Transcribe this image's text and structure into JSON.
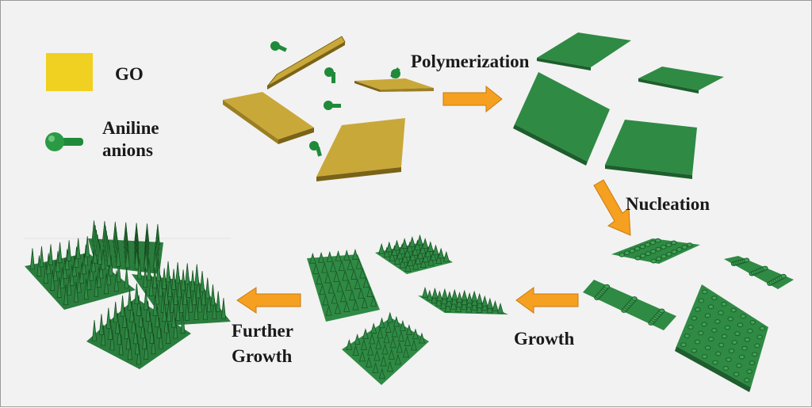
{
  "legend": {
    "go_label": "GO",
    "aniline_label_line1": "Aniline",
    "aniline_label_line2": "anions",
    "go_color": "#f0d020",
    "aniline_color": "#1f8a3a"
  },
  "steps": {
    "polymerization": "Polymerization",
    "nucleation": "Nucleation",
    "growth": "Growth",
    "further_growth_line1": "Further",
    "further_growth_line2": "Growth"
  },
  "colors": {
    "arrow": "#f5a020",
    "arrow_stroke": "#c97a10",
    "go_sheet": "#c9a83a",
    "go_sheet_edge": "#7a6318",
    "pani_sheet": "#2f8a44",
    "pani_dark": "#1d5e2c",
    "pani_light": "#4fb060"
  }
}
